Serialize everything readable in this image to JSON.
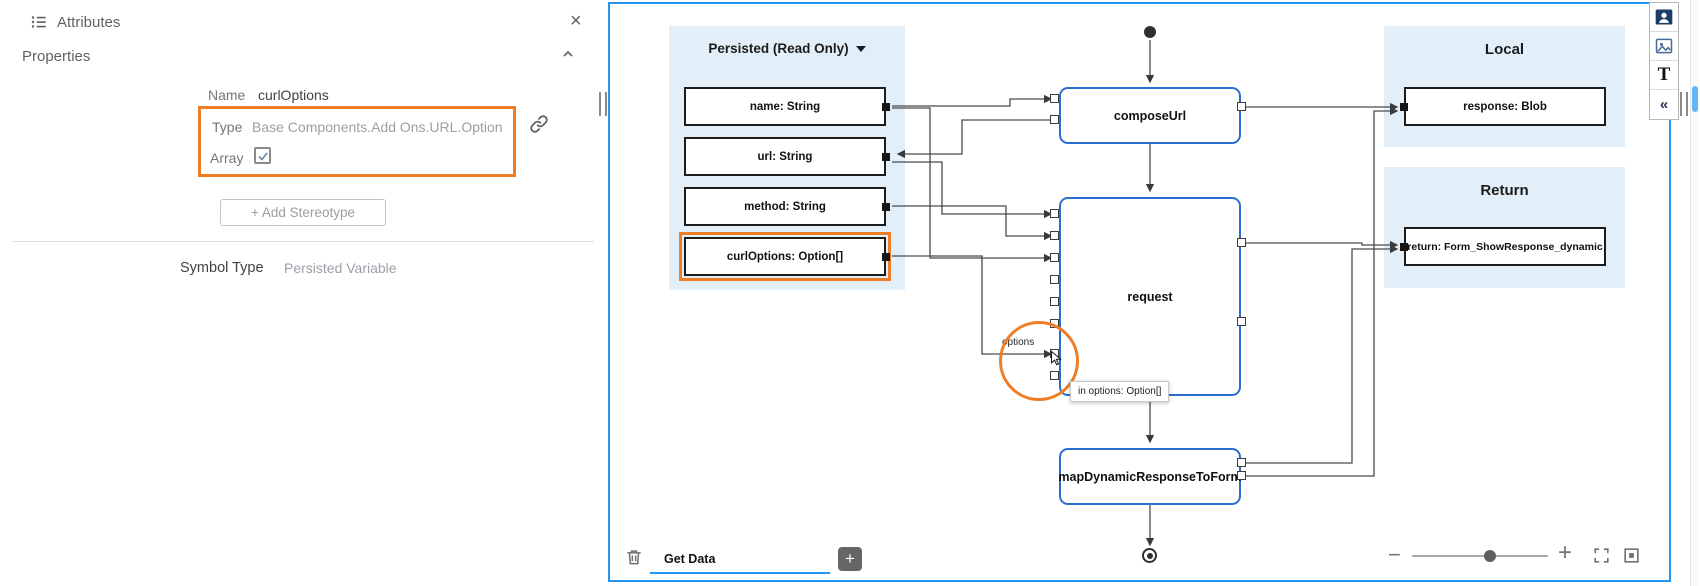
{
  "colors": {
    "accent_blue": "#2196f3",
    "highlight_orange": "#ee7d26",
    "node_border_blue": "#2a6fce",
    "group_panel_bg": "#e2eff8"
  },
  "left_panel": {
    "title": "Attributes",
    "close_label": "×",
    "section_title": "Properties",
    "name_label": "Name",
    "name_value": "curlOptions",
    "type_label": "Type",
    "type_value": "Base Components.Add Ons.URL.Option",
    "array_label": "Array",
    "array_checked": true,
    "add_stereotype_label": "+ Add Stereotype",
    "symbol_type_label": "Symbol Type",
    "symbol_type_value": "Persisted Variable"
  },
  "canvas": {
    "persisted": {
      "title": "Persisted (Read Only)",
      "items": [
        "name: String",
        "url: String",
        "method: String",
        "curlOptions: Option[]"
      ]
    },
    "local": {
      "title": "Local",
      "items": [
        "response: Blob"
      ]
    },
    "return": {
      "title": "Return",
      "items": [
        "return: Form_ShowResponse_dynamic"
      ]
    },
    "nodes": {
      "compose": "composeUrl",
      "request": "request",
      "map": "mapDynamicResponseToForm"
    },
    "options_port_label": "options",
    "tooltip_text": "in options: Option[]",
    "flow_tab": "Get Data",
    "add_flow_label": "+",
    "zoom": {
      "minus": "−",
      "plus": "+"
    }
  },
  "right_toolbar": {
    "text_tool_label": "T",
    "collapse_label": "«"
  }
}
